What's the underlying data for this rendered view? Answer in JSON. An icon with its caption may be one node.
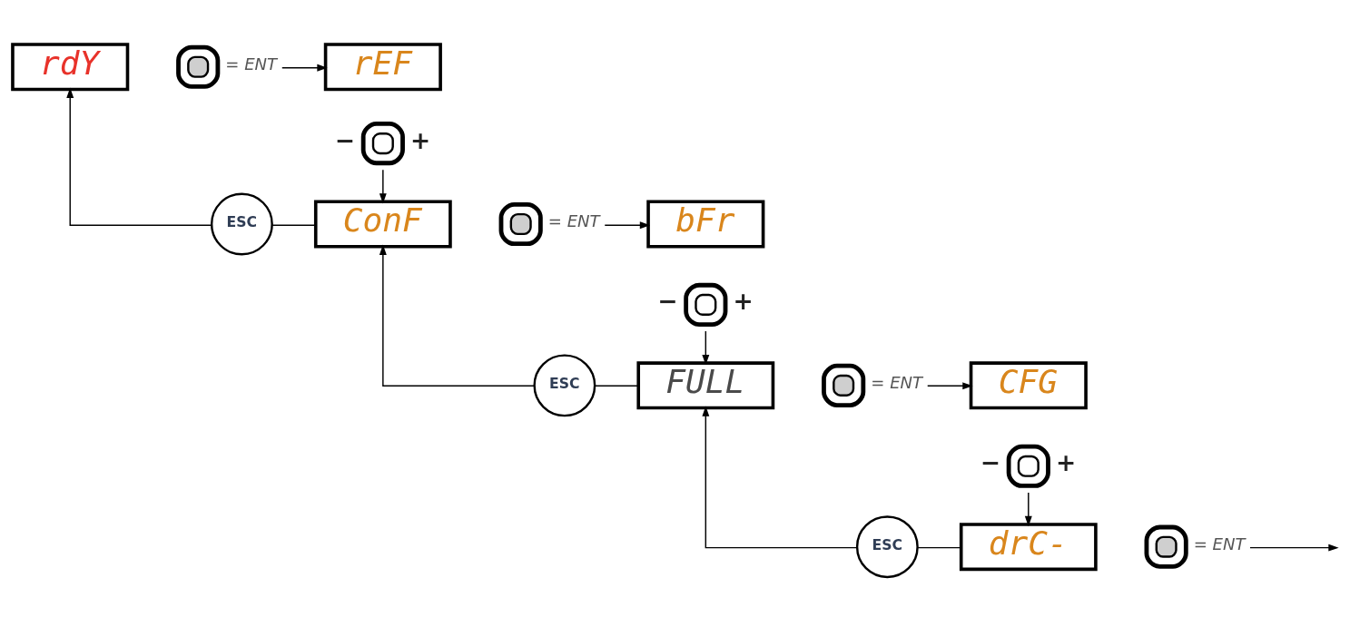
{
  "diagram": {
    "nodes": [
      {
        "text": [
          "rdY"
        ]
      },
      {
        "text": [],
        "shape": "picture",
        "beside": [
          "= ENT"
        ]
      },
      {
        "text": [
          "rEF"
        ]
      },
      {
        "text": [],
        "shape": "picture",
        "beside": [
          "−",
          "+"
        ]
      },
      {
        "text": [
          "ESC"
        ]
      },
      {
        "text": [
          "ConF"
        ]
      },
      {
        "text": [],
        "shape": "picture",
        "beside": [
          "= ENT"
        ]
      },
      {
        "text": [
          "bFr"
        ]
      },
      {
        "text": [],
        "shape": "picture",
        "beside": [
          "−",
          "+"
        ]
      },
      {
        "text": [
          "ESC"
        ]
      },
      {
        "text": [
          "FULL"
        ]
      },
      {
        "text": [],
        "shape": "picture",
        "beside": [
          "= ENT"
        ]
      },
      {
        "text": [
          "CFG"
        ]
      },
      {
        "text": [],
        "shape": "picture",
        "beside": [
          "−",
          "+"
        ]
      },
      {
        "text": [
          "ESC"
        ]
      },
      {
        "text": [
          "drC-"
        ]
      },
      {
        "text": [],
        "shape": "picture",
        "beside": [
          "= ENT"
        ]
      }
    ],
    "edges": [
      {
        "from": 1,
        "to": 2,
        "arrow": "to"
      },
      {
        "from": 3,
        "to": 5,
        "arrow": "to"
      },
      {
        "from": 4,
        "to": 5,
        "arrow": "none"
      },
      {
        "from": 4,
        "to": 0,
        "arrow": "to"
      },
      {
        "from": 6,
        "to": 7,
        "arrow": "to"
      },
      {
        "from": 8,
        "to": 10,
        "arrow": "to"
      },
      {
        "from": 9,
        "to": 10,
        "arrow": "none"
      },
      {
        "from": 9,
        "to": 5,
        "arrow": "to"
      },
      {
        "from": 11,
        "to": 12,
        "arrow": "to"
      },
      {
        "from": 13,
        "to": 15,
        "arrow": "to"
      },
      {
        "from": 14,
        "to": 15,
        "arrow": "none"
      },
      {
        "from": 14,
        "to": 10,
        "arrow": "to"
      },
      {
        "from": 16,
        "to": null,
        "arrow": "to"
      }
    ]
  }
}
